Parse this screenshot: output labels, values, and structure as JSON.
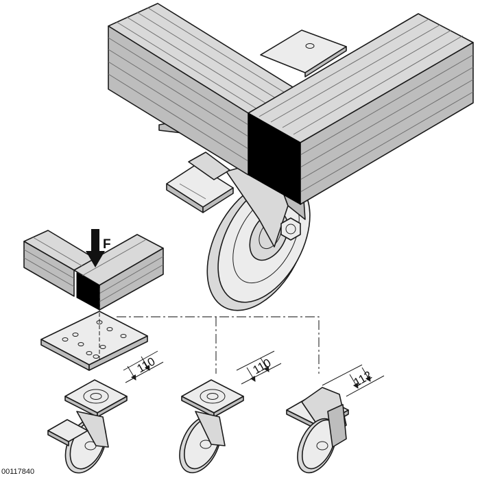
{
  "figure": {
    "force_label": "F",
    "dimensions": [
      "110",
      "110",
      "112"
    ],
    "drawing_number": "00117840"
  }
}
